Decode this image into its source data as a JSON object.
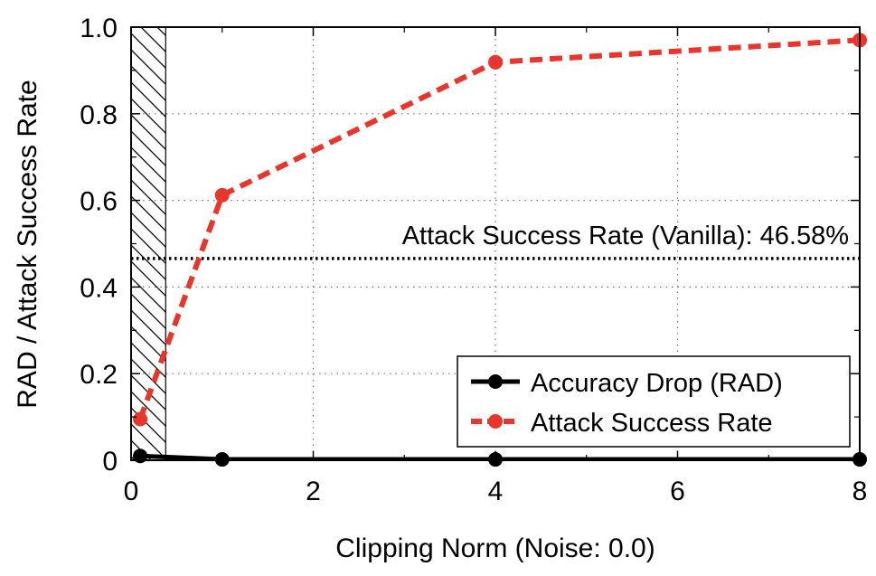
{
  "chart_data": {
    "type": "line",
    "title": "",
    "xlabel": "Clipping Norm (Noise: 0.0)",
    "ylabel": "RAD / Attack Success Rate",
    "xlim": [
      0,
      8
    ],
    "ylim": [
      0,
      1.0
    ],
    "xticks": [
      0,
      2,
      4,
      6,
      8
    ],
    "xtick_labels": [
      "0",
      "2",
      "4",
      "6",
      "8"
    ],
    "yticks": [
      0,
      0.2,
      0.4,
      0.6,
      0.8,
      1.0
    ],
    "ytick_labels": [
      "0",
      "0.2",
      "0.4",
      "0.6",
      "0.8",
      "1.0"
    ],
    "grid": true,
    "legend_position": "bottom-right",
    "hatched_region": {
      "x_from": 0,
      "x_to": 0.38
    },
    "reference_line": {
      "y": 0.4658,
      "label": "Attack Success Rate (Vanilla): 46.58%",
      "style": "dotted",
      "color": "#000000"
    },
    "series": [
      {
        "name": "Accuracy Drop (RAD)",
        "color": "#000000",
        "line_style": "solid",
        "points": [
          {
            "x": 0.1,
            "y": 0.01
          },
          {
            "x": 1,
            "y": 0.002
          },
          {
            "x": 4,
            "y": 0.002
          },
          {
            "x": 8,
            "y": 0.002
          }
        ]
      },
      {
        "name": "Attack Success Rate",
        "color": "#e8362d",
        "line_style": "dashed",
        "points": [
          {
            "x": 0.1,
            "y": 0.095
          },
          {
            "x": 1,
            "y": 0.612
          },
          {
            "x": 4,
            "y": 0.919
          },
          {
            "x": 8,
            "y": 0.97
          }
        ]
      }
    ]
  }
}
